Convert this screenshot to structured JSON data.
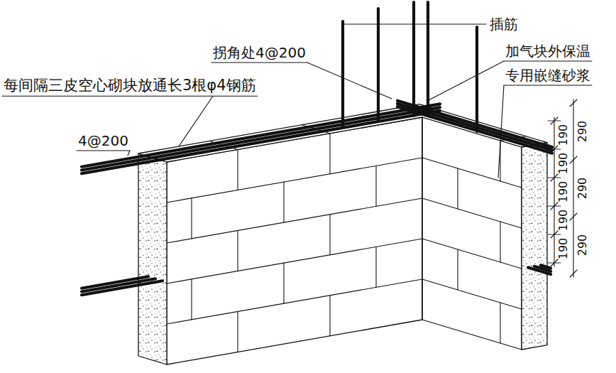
{
  "diagram": {
    "labels": [
      "插筋",
      "拐角处4@200",
      "加气块外保温",
      "专用嵌缝砂浆",
      "每间隔三皮空心砌块放通长3根φ4钢筋",
      "4@200",
      "190",
      "190",
      "190",
      "190",
      "190",
      "290",
      "290",
      "290"
    ]
  }
}
